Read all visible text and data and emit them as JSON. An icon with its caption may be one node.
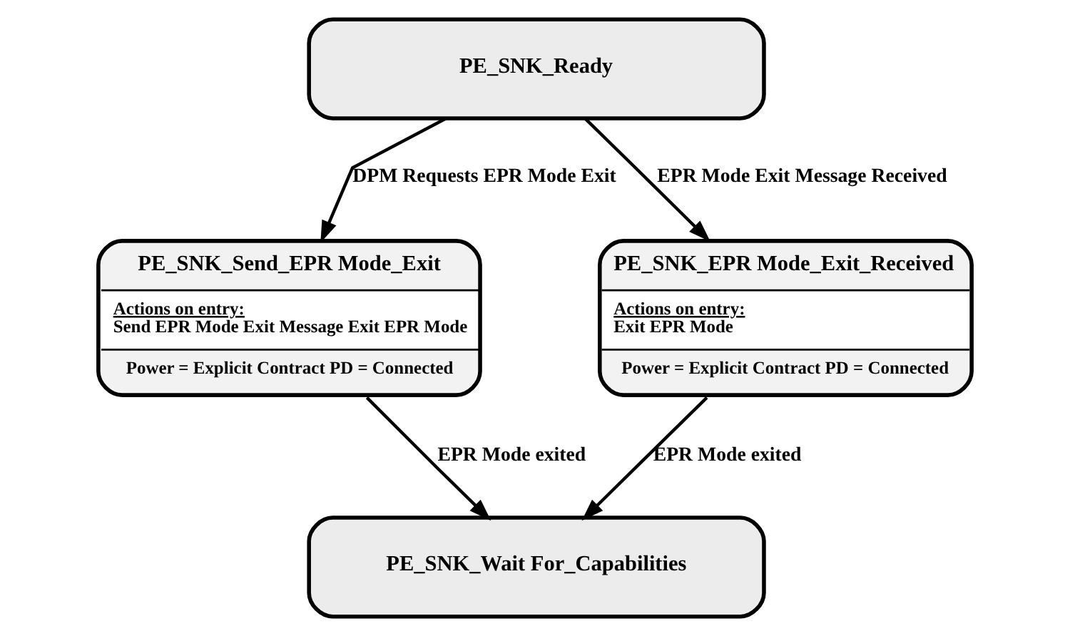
{
  "diagram": {
    "nodes": [
      {
        "text": [
          "PE_SNK_Ready"
        ]
      },
      {
        "text": [
          "PE_SNK_Send_EPR Mode_Exit",
          "Actions on entry:",
          "Send EPR Mode Exit Message Exit EPR Mode",
          "Power = Explicit Contract PD = Connected"
        ]
      },
      {
        "text": [
          "PE_SNK_EPR Mode_Exit_Received",
          "Actions on entry:",
          "Exit EPR Mode",
          "Power = Explicit Contract PD = Connected"
        ]
      },
      {
        "text": [
          "PE_SNK_Wait For_Capabilities"
        ]
      }
    ],
    "edges": [
      {
        "from": 0,
        "to": 1,
        "arrow": "to",
        "label": "DPM Requests EPR Mode Exit"
      },
      {
        "from": 0,
        "to": 2,
        "arrow": "to",
        "label": "EPR Mode Exit Message Received"
      },
      {
        "from": 1,
        "to": 3,
        "arrow": "to",
        "label": "EPR Mode exited"
      },
      {
        "from": 2,
        "to": 3,
        "arrow": "to",
        "label": "EPR Mode exited"
      }
    ]
  }
}
